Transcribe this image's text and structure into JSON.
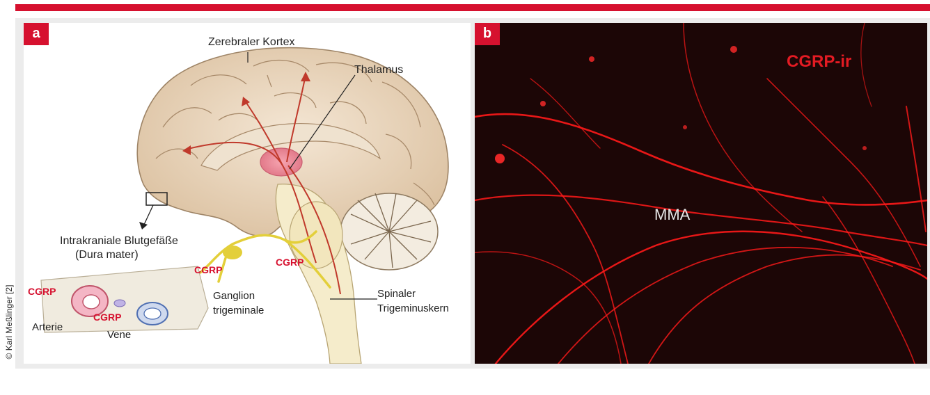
{
  "credit": "© Karl Meßlinger [2]",
  "colors": {
    "accent": "#d6112f",
    "pathway": "#c0392b",
    "nerve": "#e3cf3a",
    "micrograph_bg": "#1c0606",
    "fiber": "#ff1a1a"
  },
  "panel_a": {
    "tag": "a",
    "labels": {
      "cortex": "Zerebraler Kortex",
      "thalamus": "Thalamus",
      "vessels_line1": "Intrakraniale Blutgefäße",
      "vessels_line2": "(Dura mater)",
      "cgrp_ganglion": "CGRP",
      "cgrp_brainstem": "CGRP",
      "cgrp_artery": "CGRP",
      "cgrp_vessels": "CGRP",
      "ganglion_line1": "Ganglion",
      "ganglion_line2": "trigeminale",
      "nucleus_line1": "Spinaler",
      "nucleus_line2": "Trigeminuskern",
      "artery": "Arterie",
      "vein": "Vene"
    }
  },
  "panel_b": {
    "tag": "b",
    "labels": {
      "cgrp_ir": "CGRP-ir",
      "mma": "MMA"
    }
  }
}
